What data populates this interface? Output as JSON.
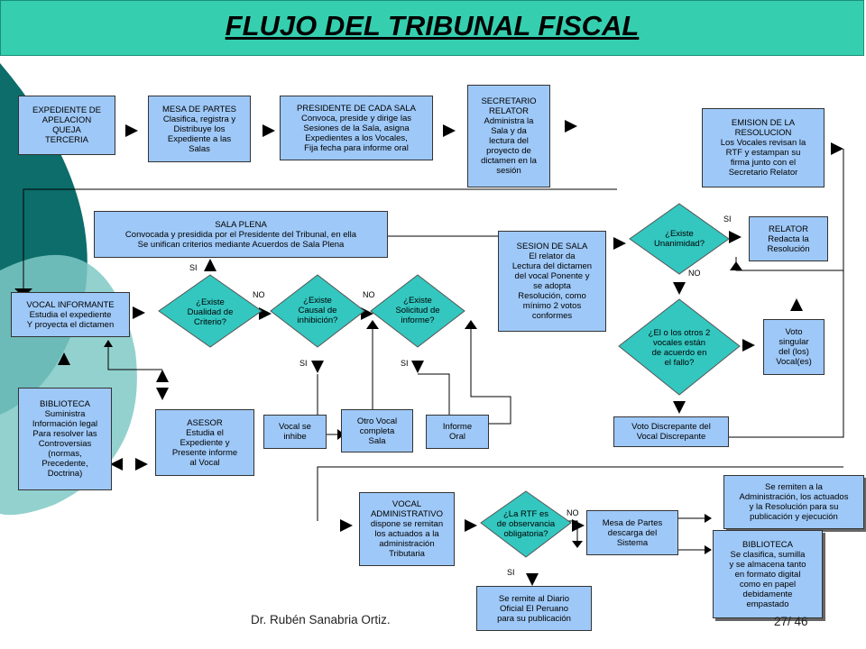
{
  "title": "FLUJO DEL TRIBUNAL FISCAL",
  "footer": {
    "author": "Dr. Rubén Sanabria Ortiz.",
    "page": "27/ 46"
  },
  "colors": {
    "title_bg": "#35cfb0",
    "box_bg": "#9ec8f7",
    "diamond_bg": "#33c7c0",
    "arrow": "#000000",
    "side_dark": "#0c6d6a",
    "side_light": "#7fc9c5"
  },
  "boxes": {
    "expediente": [
      "EXPEDIENTE DE",
      "APELACION",
      "QUEJA",
      "TERCERIA"
    ],
    "mesa_partes": [
      "MESA DE PARTES",
      "Clasifica, registra y",
      "Distribuye los",
      "Expediente a las",
      "Salas"
    ],
    "presidente": [
      "PRESIDENTE DE CADA SALA",
      "Convoca, preside y dirige las",
      "Sesiones de la Sala, asigna",
      "Expedientes a los Vocales,",
      "Fija fecha para informe oral"
    ],
    "secretario": [
      "SECRETARIO",
      "RELATOR",
      "Administra la",
      "Sala y da",
      "lectura del",
      "proyecto de",
      "dictamen en la",
      "sesión"
    ],
    "emision": [
      "EMISION DE LA",
      "RESOLUCION",
      "Los Vocales revisan la",
      "RTF y estampan su",
      "firma junto con el",
      "Secretario Relator"
    ],
    "sala_plena": [
      "SALA PLENA",
      "Convocada y presidida por el Presidente del Tribunal, en ella",
      "Se unifican criterios mediante Acuerdos de Sala Plena"
    ],
    "sesion_sala": [
      "SESION DE SALA",
      "El relator da",
      "Lectura del dictamen",
      "del vocal Ponente y",
      "se adopta",
      "Resolución, como",
      "mínimo 2 votos",
      "conformes"
    ],
    "relator": [
      "RELATOR",
      "Redacta la",
      "Resolución"
    ],
    "vocal_informante": [
      "VOCAL INFORMANTE",
      "Estudia el expediente",
      "Y proyecta el dictamen"
    ],
    "voto_singular": [
      "Voto",
      "singular",
      "del (los)",
      "Vocal(es)"
    ],
    "biblioteca1": [
      "BIBLIOTECA",
      "Suministra",
      "Información legal",
      "Para resolver las",
      "Controversias",
      "(normas,",
      "Precedente,",
      "Doctrina)"
    ],
    "asesor": [
      "ASESOR",
      "Estudia el",
      "Expediente y",
      "Presente informe",
      "al Vocal"
    ],
    "vocal_inhibe": [
      "Vocal se",
      "inhibe"
    ],
    "otro_vocal": [
      "Otro Vocal",
      "completa",
      "Sala"
    ],
    "informe_oral": [
      "Informe",
      "Oral"
    ],
    "voto_discrepante": [
      "Voto Discrepante del",
      "Vocal Discrepante"
    ],
    "vocal_admin": [
      "VOCAL",
      "ADMINISTRATIVO",
      "dispone se remitan",
      "los actuados a la",
      "administración",
      "Tributaria"
    ],
    "mesa_descarga": [
      "Mesa de Partes",
      "descarga del",
      "Sistema"
    ],
    "remiten": [
      "Se remiten a la",
      "Administración, los actuados",
      "y la Resolución para su",
      "publicación y ejecución"
    ],
    "biblioteca2": [
      "BIBLIOTECA",
      "Se clasifica, sumilla",
      "y se almacena tanto",
      "en formato digital",
      "como en papel",
      "debidamente",
      "empastado"
    ],
    "diario": [
      "Se remite al Diario",
      "Oficial El Peruano",
      "para su publicación"
    ]
  },
  "diamonds": {
    "unanimidad": [
      "¿Existe",
      "Unanimidad?"
    ],
    "dualidad": [
      "¿Existe",
      "Dualidad de",
      "Criterio?"
    ],
    "inhibicion": [
      "¿Existe",
      "Causal de",
      "inhibición?"
    ],
    "solicitud": [
      "¿Existe",
      "Solicitud de",
      "informe?"
    ],
    "otros2": [
      "¿El o los otros 2",
      "vocales están",
      "de acuerdo en",
      "el fallo?"
    ],
    "observancia": [
      "¿La RTF es",
      "de observancia",
      "obligatoria?"
    ]
  },
  "labels": {
    "si": "SI",
    "no": "NO"
  }
}
